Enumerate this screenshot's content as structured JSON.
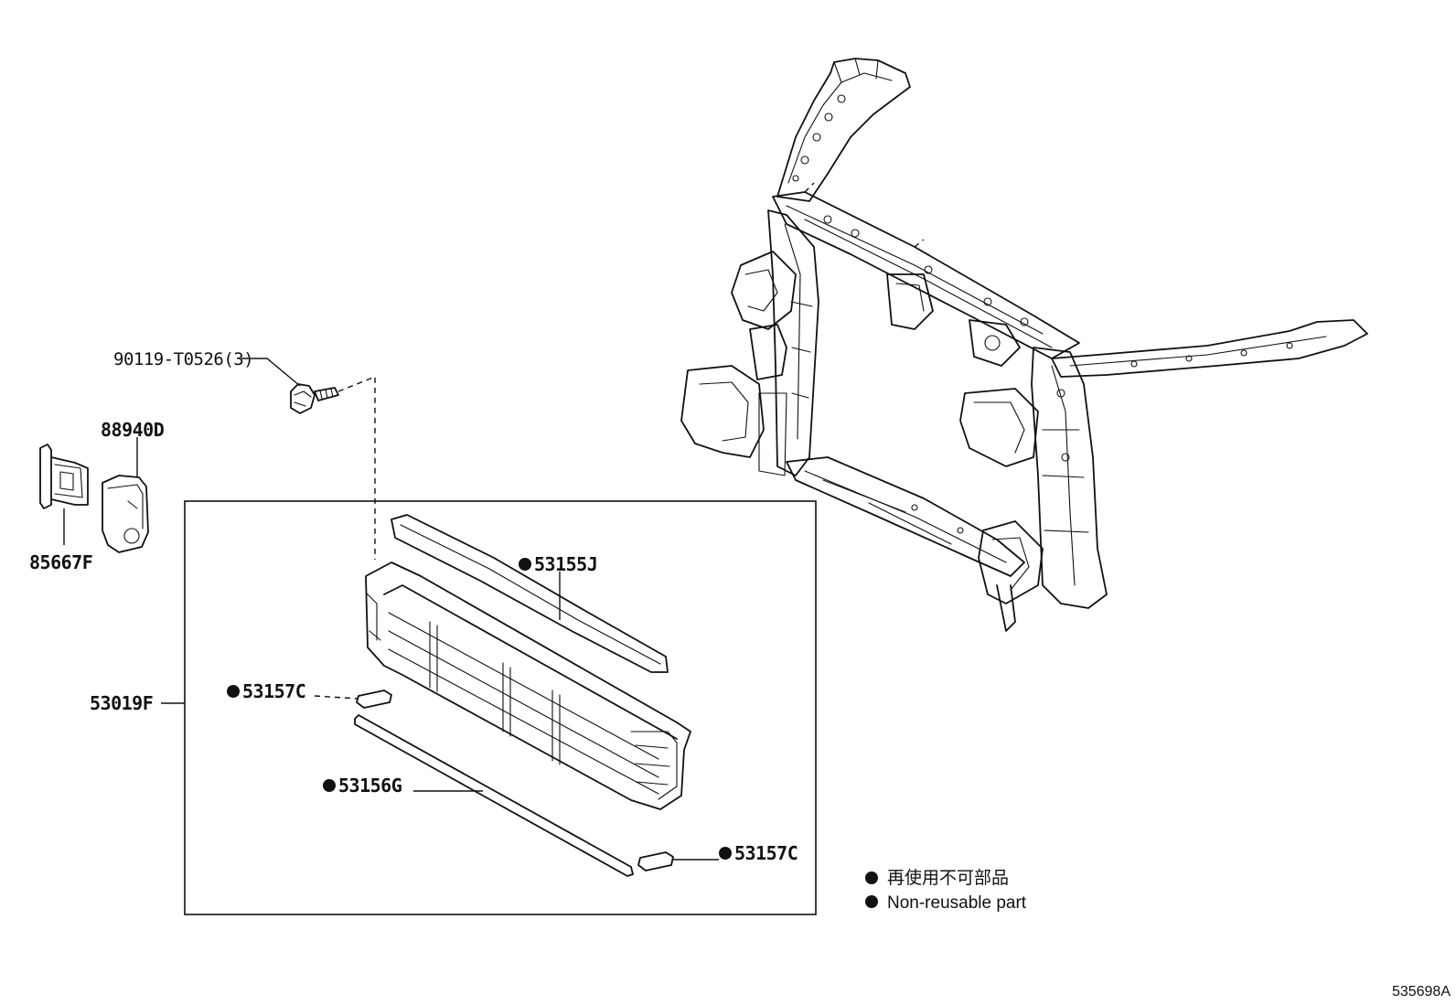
{
  "labels": {
    "bolt": "90119-T0526(3)",
    "sensor": "88940D",
    "bracket": "85667F",
    "assembly": "53019F",
    "seal_top": "53155J",
    "seal_left": "53157C",
    "seal_bottom": "53156G",
    "seal_right": "53157C"
  },
  "legend": {
    "japanese": "再使用不可部品",
    "english": "Non-reusable part"
  },
  "diagram_code": "535698A"
}
